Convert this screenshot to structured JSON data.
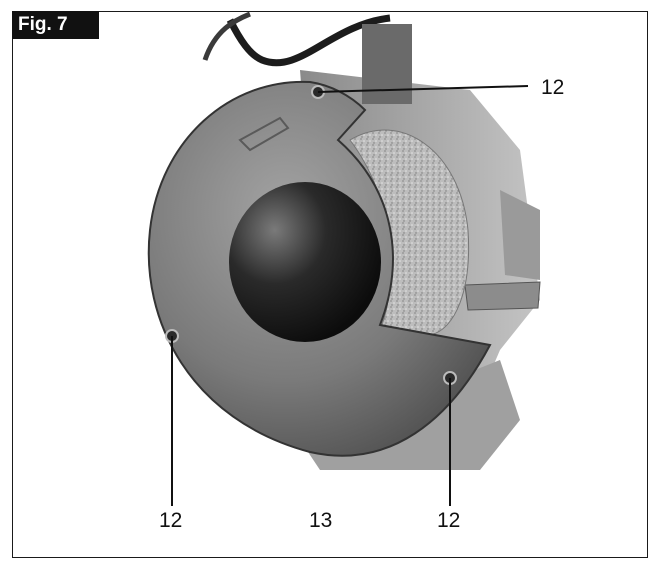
{
  "figure": {
    "label": "Fig. 7"
  },
  "callouts": {
    "screw_top": "12",
    "screw_left": "12",
    "guard_cover": "13",
    "screw_right": "12"
  }
}
